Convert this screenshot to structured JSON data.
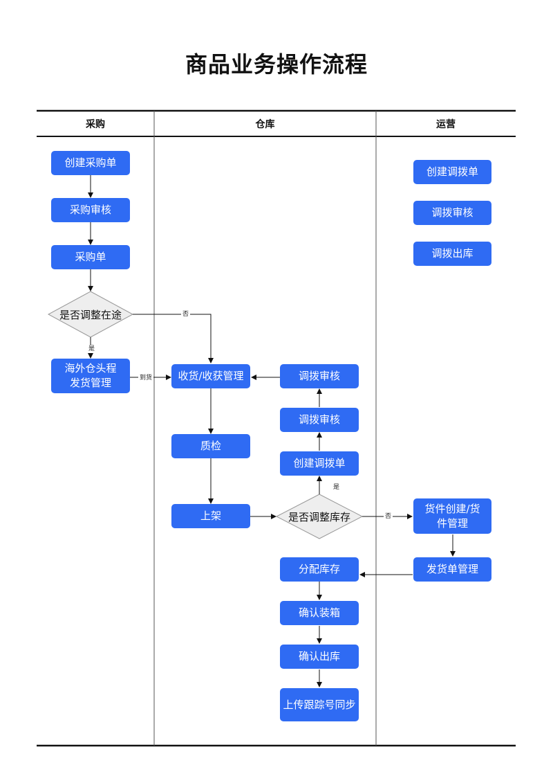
{
  "title": "商品业务操作流程",
  "lanes": [
    "采购",
    "仓库",
    "运营"
  ],
  "nodes": {
    "create_po": "创建采购单",
    "po_review": "采购审核",
    "po": "采购单",
    "adjust_transit": "是否调整在途",
    "overseas": "海外仓头程\n发货管理",
    "receiving": "收货/收获管理",
    "qc": "质检",
    "shelving": "上架",
    "adjust_stock": "是否调整库存",
    "transfer_create_wh": "创建调拨单",
    "transfer_review_wh1": "调拨审核",
    "transfer_review_wh2": "调拨审核",
    "allocate": "分配库存",
    "confirm_pack": "确认装箱",
    "confirm_out": "确认出库",
    "upload_tracking": "上传跟踪号同步",
    "ops_transfer_create": "创建调拨单",
    "ops_transfer_review": "调拨审核",
    "ops_transfer_out": "调拨出库",
    "shipment_create": "货件创建/货\n件管理",
    "shipping_order": "发货单管理"
  },
  "edge_labels": {
    "no1": "否",
    "yes1": "是",
    "arrival": "到货",
    "yes2": "是",
    "no2": "否"
  },
  "colors": {
    "node": "#2f6bf3",
    "diamond_fill": "#eeeeee",
    "diamond_stroke": "#999999",
    "line": "#111111"
  }
}
